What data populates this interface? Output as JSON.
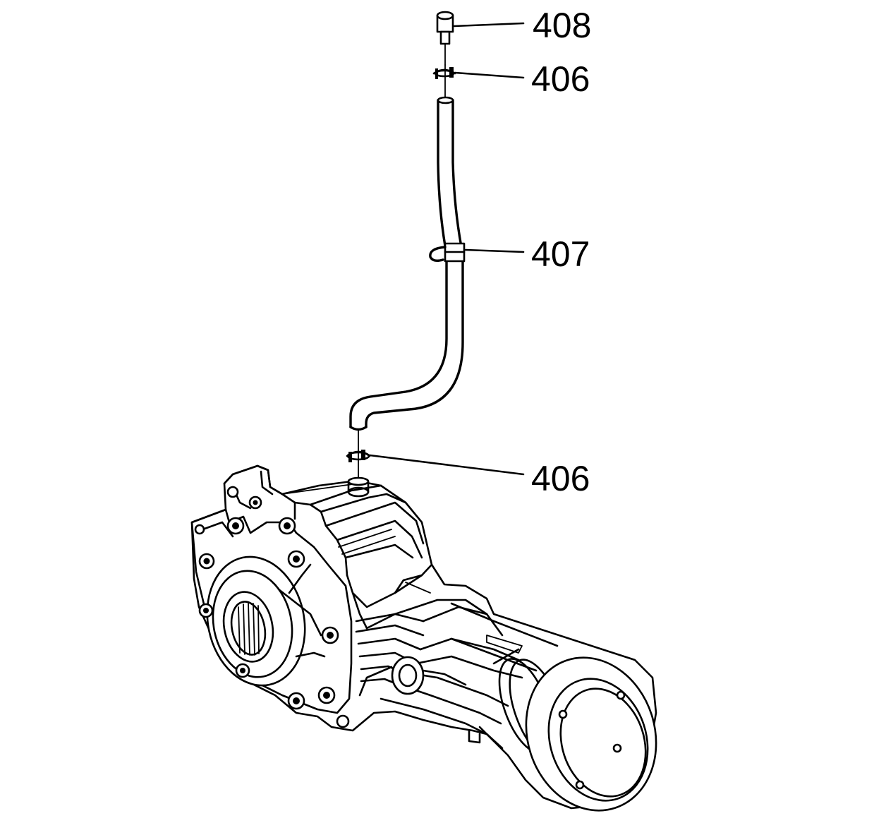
{
  "callouts": [
    {
      "id": "cap",
      "label": "408"
    },
    {
      "id": "clamp-upper",
      "label": "406"
    },
    {
      "id": "clip",
      "label": "407"
    },
    {
      "id": "clamp-lower",
      "label": "406"
    }
  ],
  "colors": {
    "line": "#000000",
    "background": "#ffffff"
  }
}
